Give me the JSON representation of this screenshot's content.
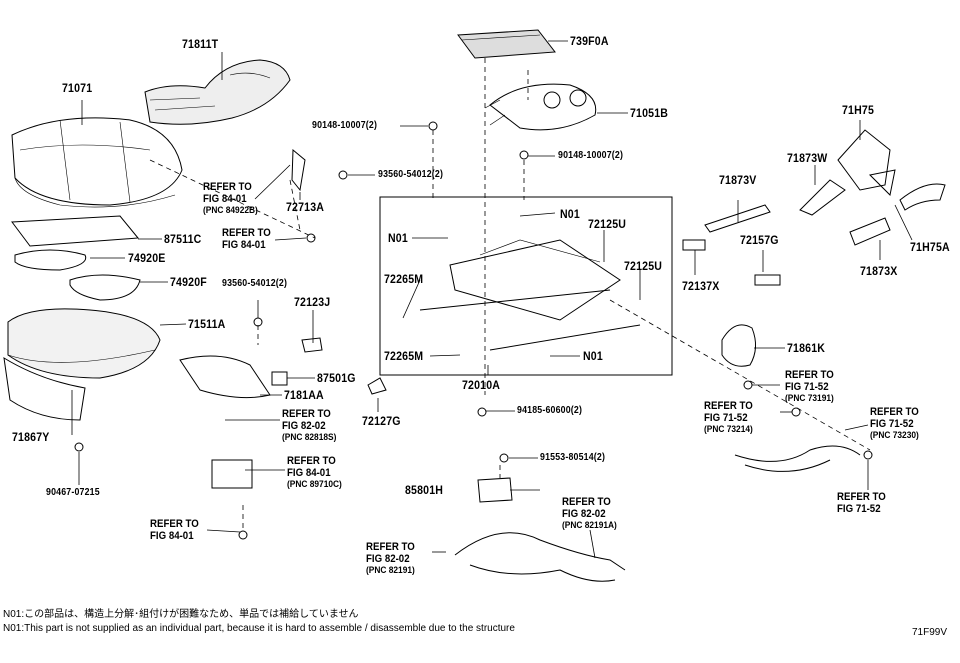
{
  "parts": {
    "p71811T": "71811T",
    "p739F0A": "739F0A",
    "p71071": "71071",
    "p71051B": "71051B",
    "p71H75": "71H75",
    "p90148a": "90148-10007(2)",
    "p90148b": "90148-10007(2)",
    "p93560a": "93560-54012(2)",
    "p93560b": "93560-54012(2)",
    "p72713A": "72713A",
    "p71873W": "71873W",
    "p71873V": "71873V",
    "pN01a": "N01",
    "pN01b": "N01",
    "pN01c": "N01",
    "p72125Ua": "72125U",
    "p72125Ub": "72125U",
    "p87511C": "87511C",
    "p74920E": "74920E",
    "p74920F": "74920F",
    "p72157G": "72157G",
    "p71H75A": "71H75A",
    "p72137X": "72137X",
    "p71873X": "71873X",
    "p72265Ma": "72265M",
    "p72265Mb": "72265M",
    "p72123J": "72123J",
    "p71511A": "71511A",
    "p71861K": "71861K",
    "p87501G": "87501G",
    "p7181AA": "7181AA",
    "p72010A": "72010A",
    "p72127G": "72127G",
    "p94185": "94185-60600(2)",
    "p71867Y": "71867Y",
    "p90467": "90467-07215",
    "p91553": "91553-80514(2)",
    "p85801H": "85801H"
  },
  "refs": {
    "r1": {
      "l1": "REFER TO",
      "l2": "FIG 84-01",
      "l3": "(PNC 84922B)"
    },
    "r2": {
      "l1": "REFER TO",
      "l2": "FIG 84-01"
    },
    "r3": {
      "l1": "REFER TO",
      "l2": "FIG 82-02",
      "l3": "(PNC 82818S)"
    },
    "r4": {
      "l1": "REFER TO",
      "l2": "FIG 84-01",
      "l3": "(PNC 89710C)"
    },
    "r5": {
      "l1": "REFER TO",
      "l2": "FIG 84-01"
    },
    "r6": {
      "l1": "REFER TO",
      "l2": "FIG 82-02",
      "l3": "(PNC 82191)"
    },
    "r7": {
      "l1": "REFER TO",
      "l2": "FIG 82-02",
      "l3": "(PNC 82191A)"
    },
    "r8": {
      "l1": "REFER TO",
      "l2": "FIG 71-52",
      "l3": "(PNC 73191)"
    },
    "r9": {
      "l1": "REFER TO",
      "l2": "FIG 71-52",
      "l3": "(PNC 73214)"
    },
    "r10": {
      "l1": "REFER TO",
      "l2": "FIG 71-52",
      "l3": "(PNC 73230)"
    },
    "r11": {
      "l1": "REFER TO",
      "l2": "FIG 71-52"
    }
  },
  "notes": {
    "jp": "N01:この部品は、構造上分解･組付けが困難なため、単品では補給していません",
    "en": "N01:This part is not supplied as an individual part, because it is hard to assemble / disassemble due to the structure"
  },
  "figure_code": "71F99V"
}
